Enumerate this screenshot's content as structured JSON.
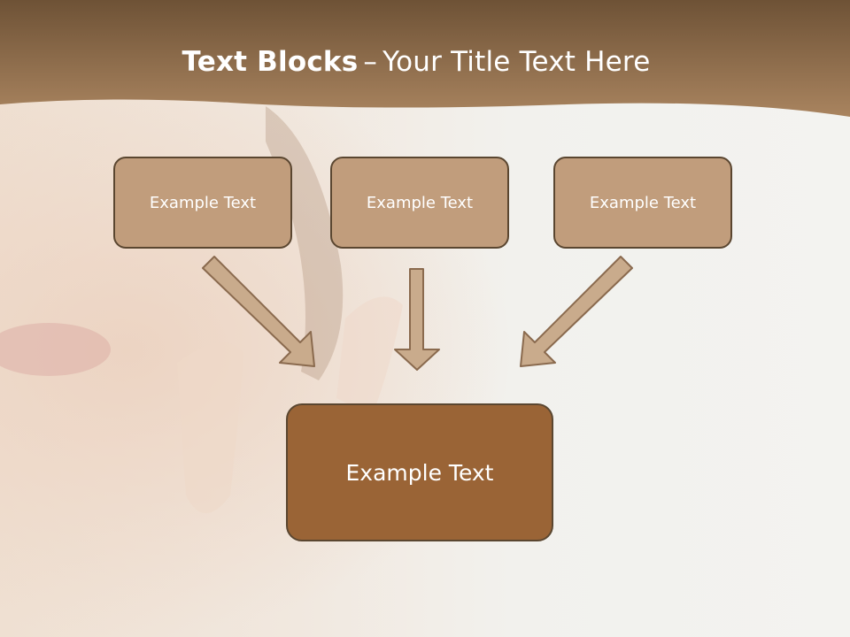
{
  "slide": {
    "title_bold": "Text Blocks",
    "title_sep": "–",
    "title_rest": "Your Title Text Here"
  },
  "blocks": [
    {
      "label": "Example Text"
    },
    {
      "label": "Example Text"
    },
    {
      "label": "Example Text"
    }
  ],
  "target": {
    "label": "Example Text"
  },
  "colors": {
    "header_band": "#8a6a48",
    "block_fill": "#c19d7c",
    "target_fill": "#9a6436",
    "border": "#5a4630",
    "arrow_fill": "#c9ab8c"
  }
}
